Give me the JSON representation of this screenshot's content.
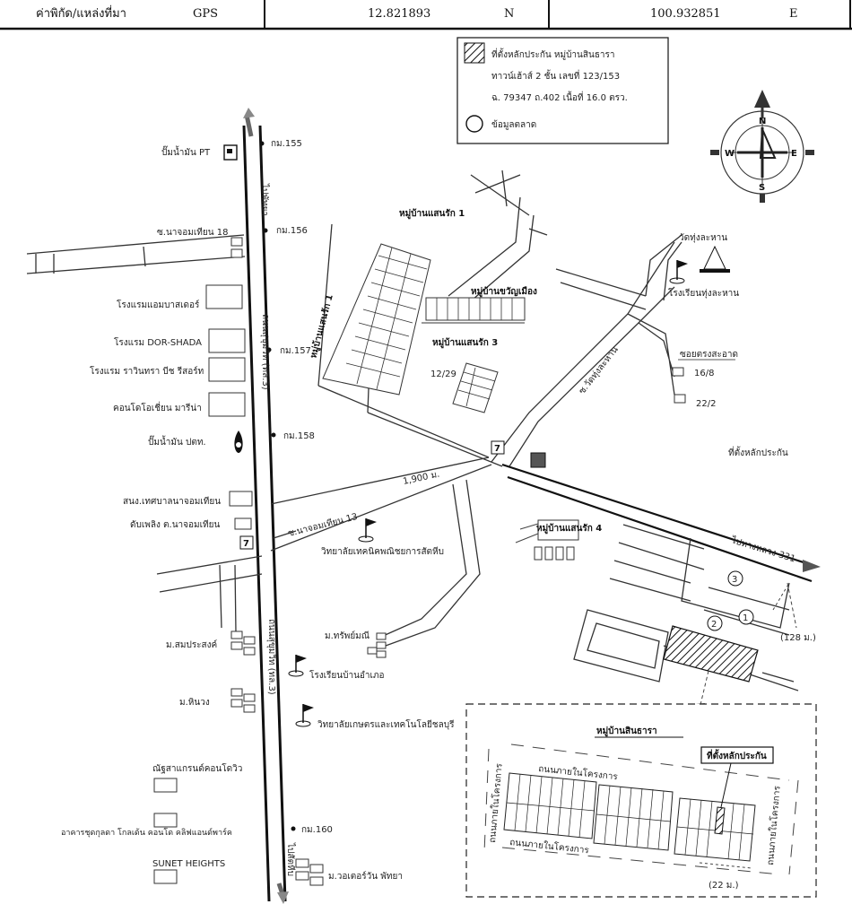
{
  "header": {
    "coord_label": "ค่าพิกัด/แหล่งที่มา",
    "source": "GPS",
    "lat": "12.821893",
    "lat_dir": "N",
    "lon": "100.932851",
    "lon_dir": "E"
  },
  "legend": {
    "line1": "ที่ตั้งหลักประกัน หมู่บ้านสินธารา",
    "line2": "ทาวน์เฮ้าส์ 2 ชั้น  เลขที่ 123/153",
    "line3": "ฉ. 79347  ถ.402  เนื้อที่ 16.0 ตรว.",
    "market": "ข้อมูลตลาด"
  },
  "compass": {
    "n": "N",
    "s": "S",
    "e": "E",
    "w": "W"
  },
  "labels": {
    "gas_pt": "ปั๊มน้ำมัน PT",
    "km155": "กม.155",
    "to_pattaya": "ไปพัทยา",
    "soi18": "ซ.นาจอมเทียน 18",
    "km156": "กม.156",
    "hotel_embassador": "โรงแรมแอมบาสเดอร์",
    "road_sukhumvit_1": "ถนนสุขุมวิท (ทล.3)",
    "hotel_dorshada": "โรงแรม DOR-SHADA",
    "km157": "กม.157",
    "hotel_rawintra": "โรงแรม ราวินทรา บีช รีสอร์ท",
    "condo_ocean": "คอนโดโอเชี่ยน มารีน่า",
    "gas_ptt": "ปั๊มน้ำมัน ปตท.",
    "km158": "กม.158",
    "municipal": "สนง.เทศบาลนาจอมเทียน",
    "fire_station": "ดับเพลิง ต.นาจอมเทียน",
    "soi13": "ซ.นาจอมเทียน 13",
    "dist_1900": "1,900 ม.",
    "tech_college": "วิทยาลัยเทคนิคพณิชยการสัตหีบ",
    "moo_sompra": "ม.สมประสงค์",
    "road_sukhumvit_2": "ถนนสุขุมวิท (ทล.3)",
    "moo_supmanee": "ม.ทรัพย์มณี",
    "school_ampoe": "โรงเรียนบ้านอำเภอ",
    "moo_hinwong": "ม.หินวง",
    "agri_college": "วิทยาลัยเกษตรและเทคโนโลยีชลบุรี",
    "chonlada": "ณัฐสาแกรนด์คอนโดวิว",
    "building_prop": "อาคารชุดกุลดา โกลเด้น คอนโด คลิฟแอนด์พาร์ค",
    "km160": "กม.160",
    "to_sattahip": "ไปสัตหีบ",
    "sunet": "SUNET HEIGHTS",
    "water_one": "ม.วอเตอร์วัน พัทยา",
    "moo_saensuk1": "หมู่บ้านแสนรัก 1",
    "moo_saensuk1_v": "หมู่บ้านแสนรัก 1",
    "moo_khwanmueang": "หมู่บ้านขวัญเมือง",
    "moo_saensuk3": "หมู่บ้านแสนรัก 3",
    "num_1229": "12/29",
    "wat_thung": "วัดทุ่งละหาน",
    "school_thung": "โรงเรียนทุ่งละหาน",
    "soi_wat_thung": "ซ.วัดทุ่งละหาน",
    "soi_trongsa": "ซอยตรงสะอาด",
    "num_168": "16/8",
    "num_222": "22/2",
    "collateral_site": "ที่ตั้งหลักประกัน",
    "moo_saensuk4": "หมู่บ้านแสนรัก 4",
    "to_hw331": "ไปทางหลวง 331",
    "dist_128": "(128 ม.)",
    "c1": "1",
    "c2": "2",
    "c3": "3"
  },
  "inset": {
    "title": "หมู่บ้านสินธารา",
    "collateral": "ที่ตั้งหลักประกัน",
    "road_top": "ถนนภายในโครงการ",
    "road_bottom": "ถนนภายในโครงการ",
    "road_left": "ถนนภายในโครงการ",
    "road_right": "ถนนภายในโครงการ",
    "dist_22": "(22 ม.)"
  }
}
